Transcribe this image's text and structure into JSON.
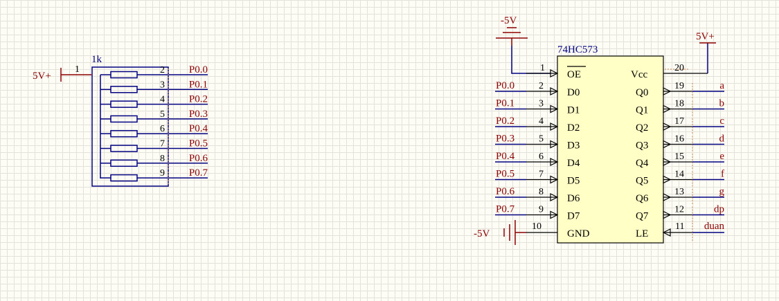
{
  "resistor_network": {
    "power_label": "5V+",
    "value_label": "1k",
    "common_pin": "1",
    "pins": [
      "2",
      "3",
      "4",
      "5",
      "6",
      "7",
      "8",
      "9"
    ],
    "nets": [
      "P0.0",
      "P0.1",
      "P0.2",
      "P0.3",
      "P0.4",
      "P0.5",
      "P0.6",
      "P0.7"
    ]
  },
  "latch": {
    "part_name": "74HC573",
    "top_supply_label": "-5V",
    "vcc_supply_label": "5V+",
    "gnd_supply_label": "-5V",
    "pin_oe": {
      "num": "1",
      "name": "OE"
    },
    "inputs": [
      {
        "net": "P0.0",
        "num": "2",
        "name": "D0"
      },
      {
        "net": "P0.1",
        "num": "3",
        "name": "D1"
      },
      {
        "net": "P0.2",
        "num": "4",
        "name": "D2"
      },
      {
        "net": "P0.3",
        "num": "5",
        "name": "D3"
      },
      {
        "net": "P0.4",
        "num": "6",
        "name": "D4"
      },
      {
        "net": "P0.5",
        "num": "7",
        "name": "D5"
      },
      {
        "net": "P0.6",
        "num": "8",
        "name": "D6"
      },
      {
        "net": "P0.7",
        "num": "9",
        "name": "D7"
      }
    ],
    "pin_gnd": {
      "num": "10",
      "name": "GND"
    },
    "pin_vcc": {
      "num": "20",
      "name": "Vcc"
    },
    "outputs": [
      {
        "name": "Q0",
        "num": "19",
        "net": "a"
      },
      {
        "name": "Q1",
        "num": "18",
        "net": "b"
      },
      {
        "name": "Q2",
        "num": "17",
        "net": "c"
      },
      {
        "name": "Q3",
        "num": "16",
        "net": "d"
      },
      {
        "name": "Q4",
        "num": "15",
        "net": "e"
      },
      {
        "name": "Q5",
        "num": "14",
        "net": "f"
      },
      {
        "name": "Q6",
        "num": "13",
        "net": "g"
      },
      {
        "name": "Q7",
        "num": "12",
        "net": "dp"
      }
    ],
    "pin_le": {
      "name": "LE",
      "num": "11",
      "net": "duan"
    }
  }
}
